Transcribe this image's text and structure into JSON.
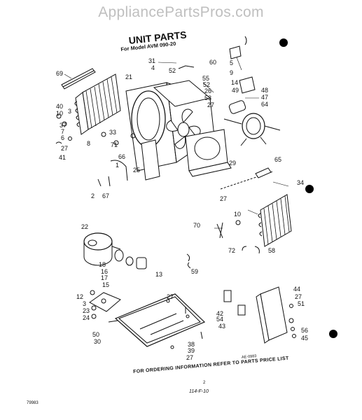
{
  "watermark": "AppliancePartsPros.com",
  "title": "UNIT PARTS",
  "subtitle": "For Model AVM 090-20",
  "footer_note": "FOR ORDERING INFORMATION REFER TO PARTS PRICE LIST",
  "page_number": "2",
  "doc_code": "114-F-10",
  "part_ref": "AE-0983",
  "corner_code": "79983",
  "callouts": [
    {
      "id": "69",
      "text": "69"
    },
    {
      "id": "31",
      "text": "31"
    },
    {
      "id": "4",
      "text": "4"
    },
    {
      "id": "52a",
      "text": "52"
    },
    {
      "id": "21",
      "text": "21"
    },
    {
      "id": "40",
      "text": "40"
    },
    {
      "id": "10a",
      "text": "10"
    },
    {
      "id": "3a",
      "text": "3"
    },
    {
      "id": "37",
      "text": "37"
    },
    {
      "id": "7",
      "text": "7"
    },
    {
      "id": "6",
      "text": "6"
    },
    {
      "id": "27a",
      "text": "27"
    },
    {
      "id": "41",
      "text": "41"
    },
    {
      "id": "8",
      "text": "8"
    },
    {
      "id": "33",
      "text": "33"
    },
    {
      "id": "71",
      "text": "71"
    },
    {
      "id": "66",
      "text": "66"
    },
    {
      "id": "1",
      "text": "1"
    },
    {
      "id": "25",
      "text": "25"
    },
    {
      "id": "2",
      "text": "2"
    },
    {
      "id": "67",
      "text": "67"
    },
    {
      "id": "60",
      "text": "60"
    },
    {
      "id": "5",
      "text": "5"
    },
    {
      "id": "9",
      "text": "9"
    },
    {
      "id": "55",
      "text": "55"
    },
    {
      "id": "52b",
      "text": "52"
    },
    {
      "id": "26",
      "text": "26"
    },
    {
      "id": "53",
      "text": "53"
    },
    {
      "id": "27b",
      "text": "27"
    },
    {
      "id": "14",
      "text": "14"
    },
    {
      "id": "49",
      "text": "49"
    },
    {
      "id": "48",
      "text": "48"
    },
    {
      "id": "47",
      "text": "47"
    },
    {
      "id": "64",
      "text": "64"
    },
    {
      "id": "29",
      "text": "29"
    },
    {
      "id": "65",
      "text": "65"
    },
    {
      "id": "34",
      "text": "34"
    },
    {
      "id": "27c",
      "text": "27"
    },
    {
      "id": "10b",
      "text": "10"
    },
    {
      "id": "70",
      "text": "70"
    },
    {
      "id": "72",
      "text": "72"
    },
    {
      "id": "58",
      "text": "58"
    },
    {
      "id": "22",
      "text": "22"
    },
    {
      "id": "18",
      "text": "18"
    },
    {
      "id": "16",
      "text": "16"
    },
    {
      "id": "17",
      "text": "17"
    },
    {
      "id": "15",
      "text": "15"
    },
    {
      "id": "13",
      "text": "13"
    },
    {
      "id": "59",
      "text": "59"
    },
    {
      "id": "12",
      "text": "12"
    },
    {
      "id": "3b",
      "text": "3"
    },
    {
      "id": "23",
      "text": "23"
    },
    {
      "id": "24",
      "text": "24"
    },
    {
      "id": "27d",
      "text": "27"
    },
    {
      "id": "42",
      "text": "42"
    },
    {
      "id": "54",
      "text": "54"
    },
    {
      "id": "43",
      "text": "43"
    },
    {
      "id": "44",
      "text": "44"
    },
    {
      "id": "27e",
      "text": "27"
    },
    {
      "id": "51",
      "text": "51"
    },
    {
      "id": "50",
      "text": "50"
    },
    {
      "id": "30",
      "text": "30"
    },
    {
      "id": "38",
      "text": "38"
    },
    {
      "id": "39",
      "text": "39"
    },
    {
      "id": "27f",
      "text": "27"
    },
    {
      "id": "56",
      "text": "56"
    },
    {
      "id": "45",
      "text": "45"
    }
  ]
}
